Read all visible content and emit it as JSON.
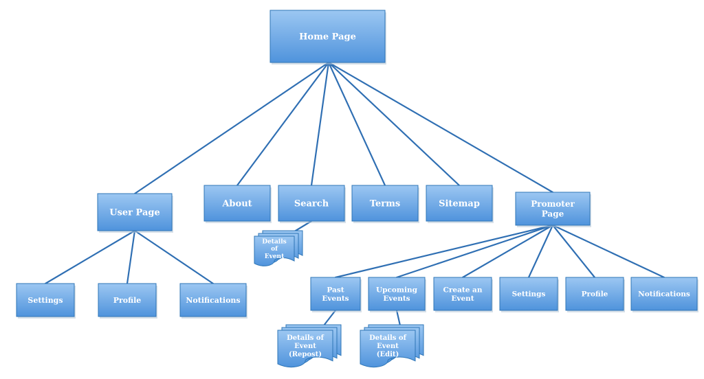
{
  "colors": {
    "box_top": "#9cc7f2",
    "box_bottom": "#4f93dc",
    "box_border": "#2e75b6",
    "connector": "#2f6fb3",
    "text": "#ffffff",
    "shadow": "#b7c6d6"
  },
  "nodes": [
    {
      "id": "home",
      "lines": [
        "Home Page"
      ],
      "shape": "box"
    },
    {
      "id": "user",
      "lines": [
        "User Page"
      ],
      "shape": "box"
    },
    {
      "id": "about",
      "lines": [
        "About"
      ],
      "shape": "box"
    },
    {
      "id": "search",
      "lines": [
        "Search"
      ],
      "shape": "box"
    },
    {
      "id": "terms",
      "lines": [
        "Terms"
      ],
      "shape": "box"
    },
    {
      "id": "sitemap",
      "lines": [
        "Sitemap"
      ],
      "shape": "box"
    },
    {
      "id": "promoter",
      "lines": [
        "Promoter",
        "Page"
      ],
      "shape": "box"
    },
    {
      "id": "search-details",
      "lines": [
        "Details",
        "of",
        "Event"
      ],
      "shape": "multidoc"
    },
    {
      "id": "user-settings",
      "lines": [
        "Settings"
      ],
      "shape": "box"
    },
    {
      "id": "user-profile",
      "lines": [
        "Profile"
      ],
      "shape": "box"
    },
    {
      "id": "user-notifications",
      "lines": [
        "Notifications"
      ],
      "shape": "box"
    },
    {
      "id": "past-events",
      "lines": [
        "Past",
        "Events"
      ],
      "shape": "box"
    },
    {
      "id": "upcoming-events",
      "lines": [
        "Upcoming",
        "Events"
      ],
      "shape": "box"
    },
    {
      "id": "create-event",
      "lines": [
        "Create an",
        "Event"
      ],
      "shape": "box"
    },
    {
      "id": "promoter-settings",
      "lines": [
        "Settings"
      ],
      "shape": "box"
    },
    {
      "id": "promoter-profile",
      "lines": [
        "Profile"
      ],
      "shape": "box"
    },
    {
      "id": "promoter-notifications",
      "lines": [
        "Notifications"
      ],
      "shape": "box"
    },
    {
      "id": "repost-details",
      "lines": [
        "Details of",
        "Event",
        "(Repost)"
      ],
      "shape": "multidoc"
    },
    {
      "id": "edit-details",
      "lines": [
        "Details of",
        "Event",
        "(Edit)"
      ],
      "shape": "multidoc"
    }
  ],
  "edges": [
    [
      "home",
      "user"
    ],
    [
      "home",
      "about"
    ],
    [
      "home",
      "search"
    ],
    [
      "home",
      "terms"
    ],
    [
      "home",
      "sitemap"
    ],
    [
      "home",
      "promoter"
    ],
    [
      "search",
      "search-details"
    ],
    [
      "user",
      "user-settings"
    ],
    [
      "user",
      "user-profile"
    ],
    [
      "user",
      "user-notifications"
    ],
    [
      "promoter",
      "past-events"
    ],
    [
      "promoter",
      "upcoming-events"
    ],
    [
      "promoter",
      "create-event"
    ],
    [
      "promoter",
      "promoter-settings"
    ],
    [
      "promoter",
      "promoter-profile"
    ],
    [
      "promoter",
      "promoter-notifications"
    ],
    [
      "past-events",
      "repost-details"
    ],
    [
      "upcoming-events",
      "edit-details"
    ]
  ]
}
